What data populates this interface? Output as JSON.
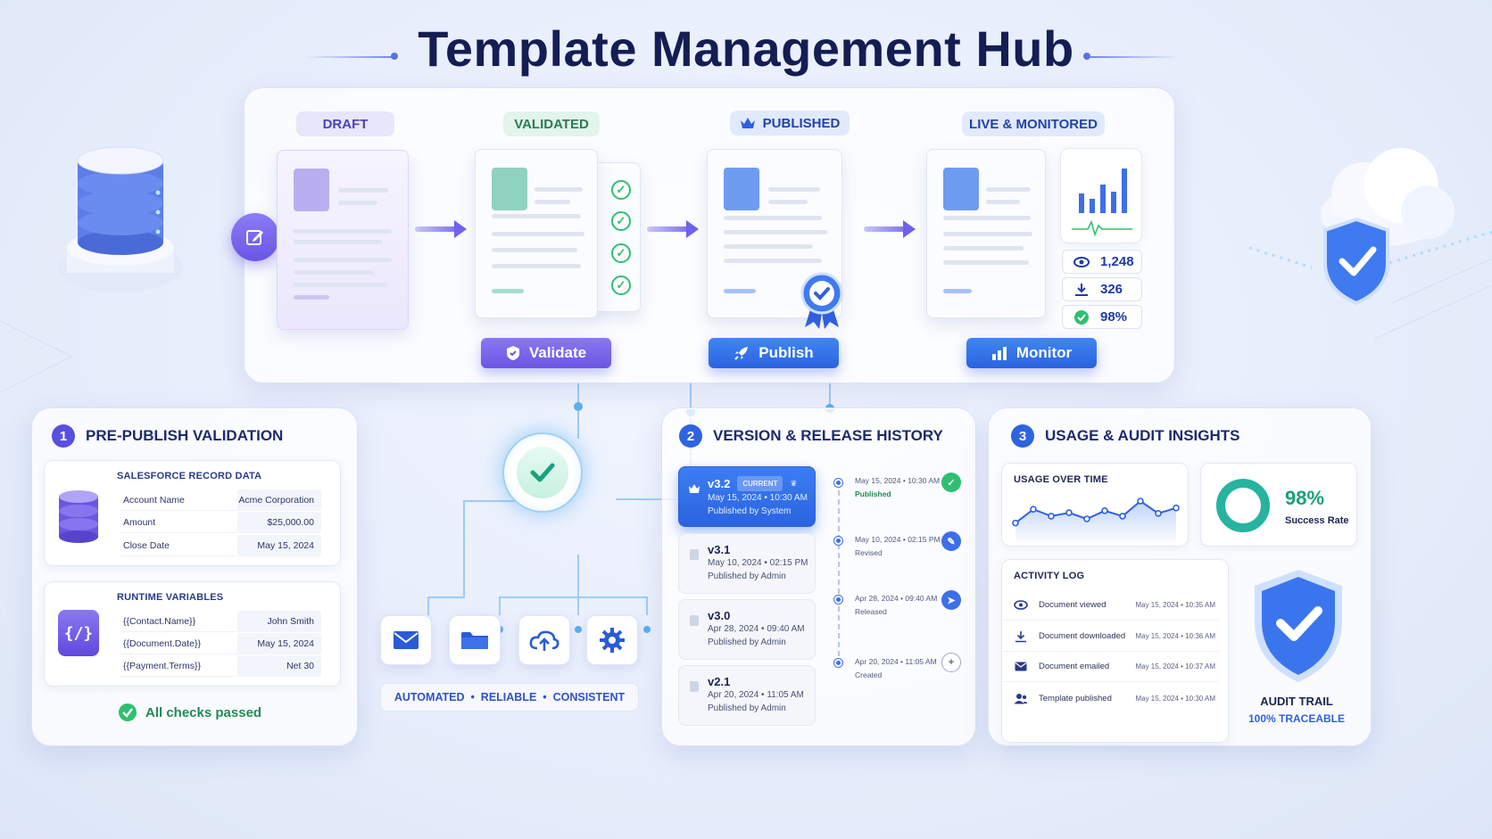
{
  "title": "Template Management Hub",
  "workflow": {
    "stages": [
      {
        "label": "DRAFT"
      },
      {
        "label": "VALIDATED"
      },
      {
        "label": "PUBLISHED",
        "icon": "crown-icon"
      },
      {
        "label": "LIVE & MONITORED"
      }
    ],
    "actions": {
      "validate": "Validate",
      "publish": "Publish",
      "monitor": "Monitor"
    },
    "metrics": {
      "views": "1,248",
      "downloads": "326",
      "success": "98%"
    },
    "colors": {
      "draft": "#7c6ff0",
      "validated": "#2fbf71",
      "published": "#2f6fe9",
      "monitor": "#2c5fe0"
    }
  },
  "validation": {
    "section_number": "1",
    "title": "PRE-PUBLISH VALIDATION",
    "salesforce": {
      "title": "SALESFORCE RECORD DATA",
      "rows": [
        {
          "key": "Account Name",
          "value": "Acme Corporation"
        },
        {
          "key": "Amount",
          "value": "$25,000.00"
        },
        {
          "key": "Close Date",
          "value": "May 15, 2024"
        }
      ]
    },
    "runtime": {
      "title": "RUNTIME VARIABLES",
      "rows": [
        {
          "key": "{{Contact.Name}}",
          "value": "John Smith"
        },
        {
          "key": "{{Document.Date}}",
          "value": "May 15, 2024"
        },
        {
          "key": "{{Payment.Terms}}",
          "value": "Net 30"
        }
      ]
    },
    "status": "All checks passed"
  },
  "delivery": {
    "tagline": "AUTOMATED  •  RELIABLE  •  CONSISTENT",
    "channels": [
      "mail-icon",
      "folder-icon",
      "cloud-upload-icon",
      "gear-icon"
    ]
  },
  "versions": {
    "section_number": "2",
    "title": "VERSION & RELEASE HISTORY",
    "items": [
      {
        "version": "v3.2",
        "badge": "CURRENT",
        "date": "May 15, 2024 • 10:30 AM",
        "by": "Published by System"
      },
      {
        "version": "v3.1",
        "date": "May 10, 2024 • 02:15 PM",
        "by": "Published by Admin"
      },
      {
        "version": "v3.0",
        "date": "Apr 28, 2024 • 09:40 AM",
        "by": "Published by Admin"
      },
      {
        "version": "v2.1",
        "date": "Apr 20, 2024 • 11:05 AM",
        "by": "Published by Admin"
      }
    ],
    "timeline": [
      {
        "date": "May 15, 2024 • 10:30 AM",
        "event": "Published",
        "icon": "check-icon"
      },
      {
        "date": "May 10, 2024 • 02:15 PM",
        "event": "Revised",
        "icon": "pencil-icon"
      },
      {
        "date": "Apr 28, 2024 • 09:40 AM",
        "event": "Released",
        "icon": "send-icon"
      },
      {
        "date": "Apr 20, 2024 • 11:05 AM",
        "event": "Created",
        "icon": "plus-icon"
      }
    ]
  },
  "insights": {
    "section_number": "3",
    "title": "USAGE & AUDIT INSIGHTS",
    "usage_title": "USAGE OVER TIME",
    "success_value": "98%",
    "success_label": "Success Rate",
    "log_title": "ACTIVITY LOG",
    "log": [
      {
        "label": "Document viewed",
        "time": "May 15, 2024 • 10:35 AM",
        "icon": "eye-icon"
      },
      {
        "label": "Document downloaded",
        "time": "May 15, 2024 • 10:36 AM",
        "icon": "download-icon"
      },
      {
        "label": "Document emailed",
        "time": "May 15, 2024 • 10:37 AM",
        "icon": "mail-icon"
      },
      {
        "label": "Template published",
        "time": "May 15, 2024 • 10:30 AM",
        "icon": "users-icon"
      }
    ],
    "audit_title": "AUDIT TRAIL",
    "audit_sub": "100% TRACEABLE"
  },
  "chart_data": {
    "type": "area",
    "values": [
      2,
      4,
      3,
      3.5,
      2.6,
      3.8,
      3,
      5.2,
      3.4,
      4.2
    ]
  }
}
